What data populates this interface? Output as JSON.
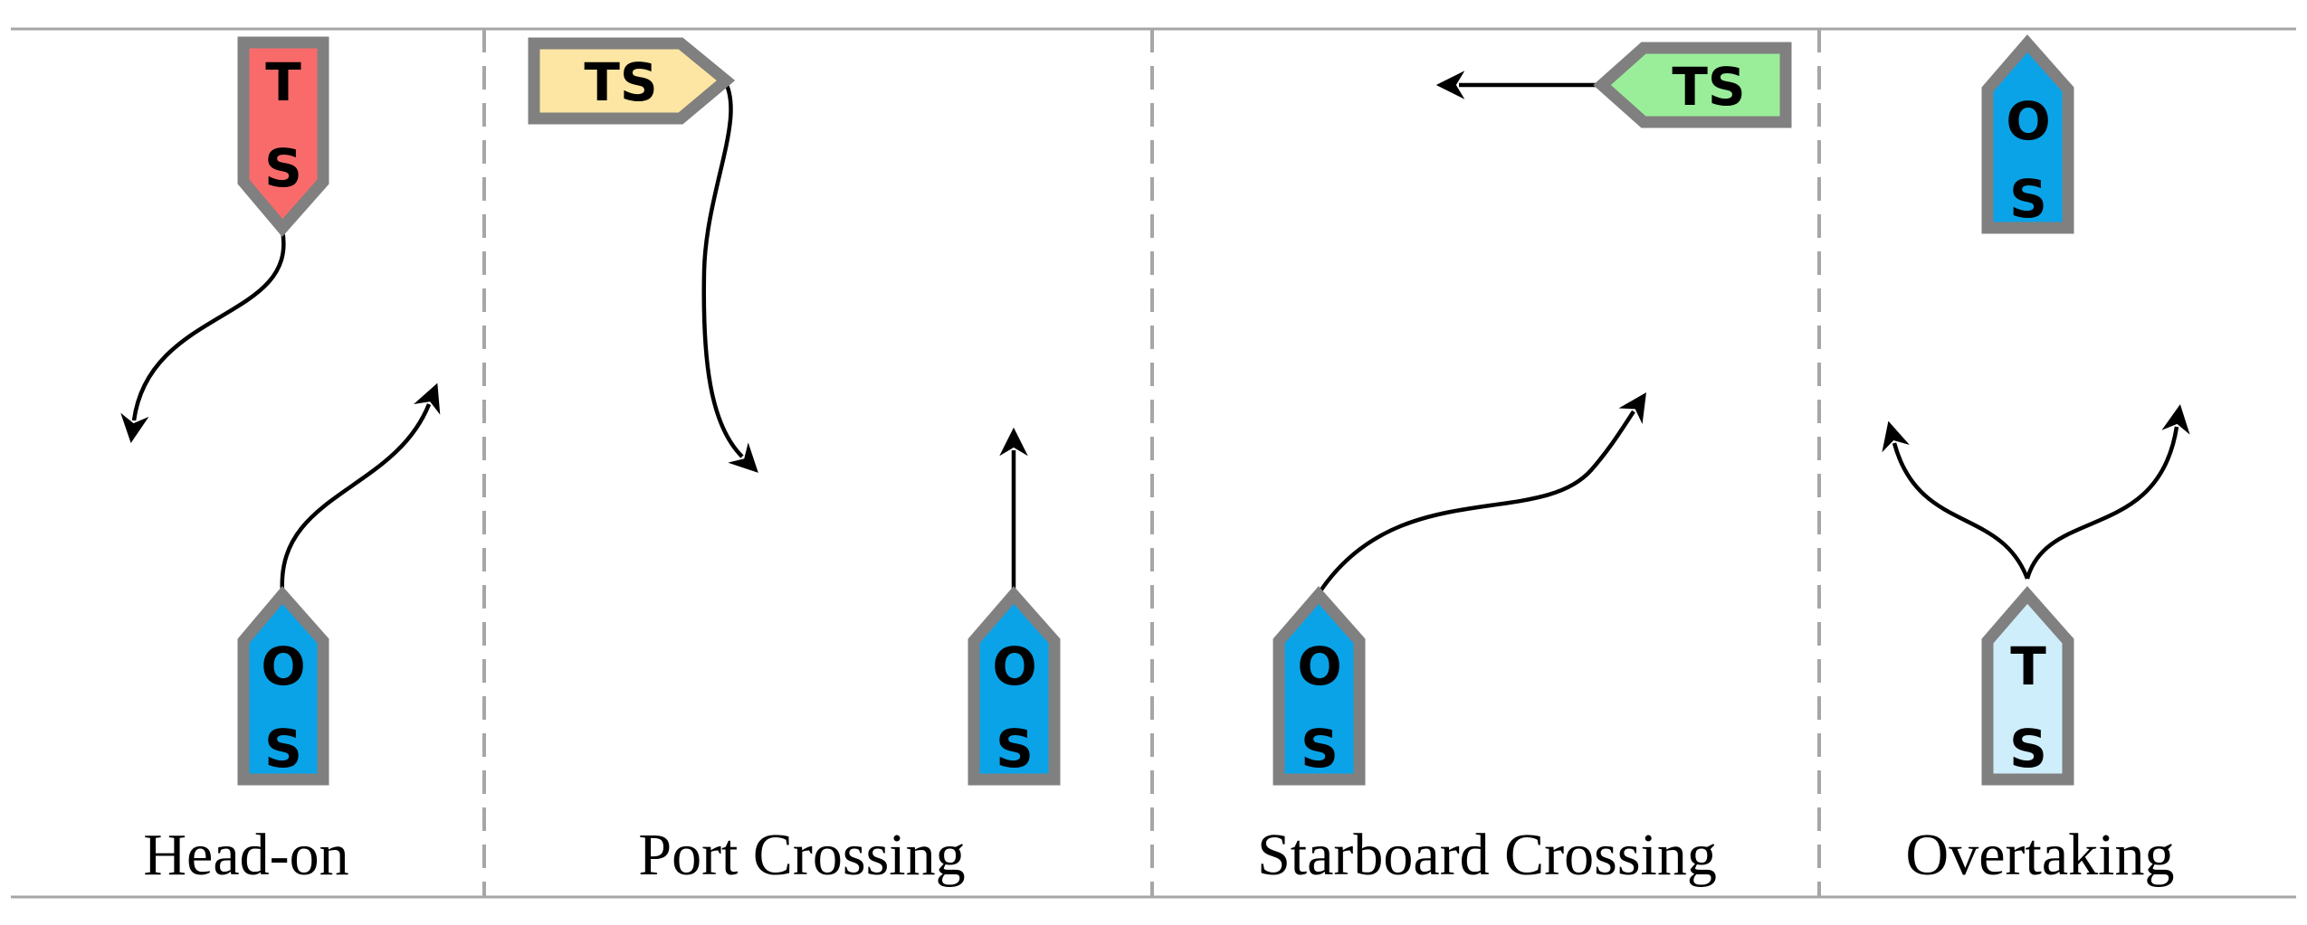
{
  "colors": {
    "hull_outline": "#808080",
    "own_ship": "#0aa3e8",
    "ts_head_on": "#f96b6b",
    "ts_port_crossing": "#fde6a3",
    "ts_starboard_crossing": "#9aee9a",
    "ts_overtaking": "#cfeefc",
    "divider": "#a6a6a6",
    "path": "#000000"
  },
  "icons": {
    "path_arrowhead": "filled-triangle-arrowhead"
  },
  "panels": [
    {
      "caption": "Head-on",
      "target_ship": {
        "label_line1": "T",
        "label_line2": "S"
      },
      "own_ship": {
        "label_line1": "O",
        "label_line2": "S"
      }
    },
    {
      "caption": "Port Crossing",
      "target_ship": {
        "label": "TS"
      },
      "own_ship": {
        "label_line1": "O",
        "label_line2": "S"
      }
    },
    {
      "caption": "Starboard Crossing",
      "target_ship": {
        "label": "TS"
      },
      "own_ship": {
        "label_line1": "O",
        "label_line2": "S"
      }
    },
    {
      "caption": "Overtaking",
      "target_ship": {
        "label_line1": "T",
        "label_line2": "S"
      },
      "own_ship": {
        "label_line1": "O",
        "label_line2": "S"
      }
    }
  ]
}
